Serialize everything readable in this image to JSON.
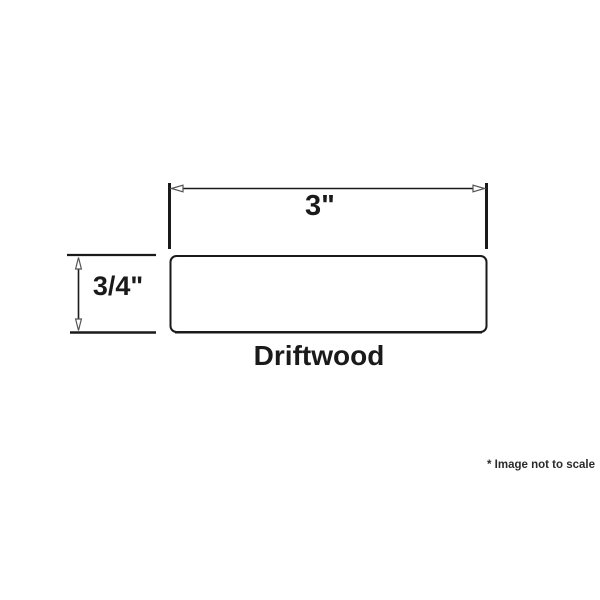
{
  "diagram": {
    "width_label": "3\"",
    "height_label": "3/4\"",
    "product_name": "Driftwood",
    "note": "* Image not to scale",
    "colors": {
      "line": "#1a1a1a",
      "text": "#1a1a1a",
      "arrowhead_outline": "#555555",
      "background": "#ffffff"
    }
  }
}
